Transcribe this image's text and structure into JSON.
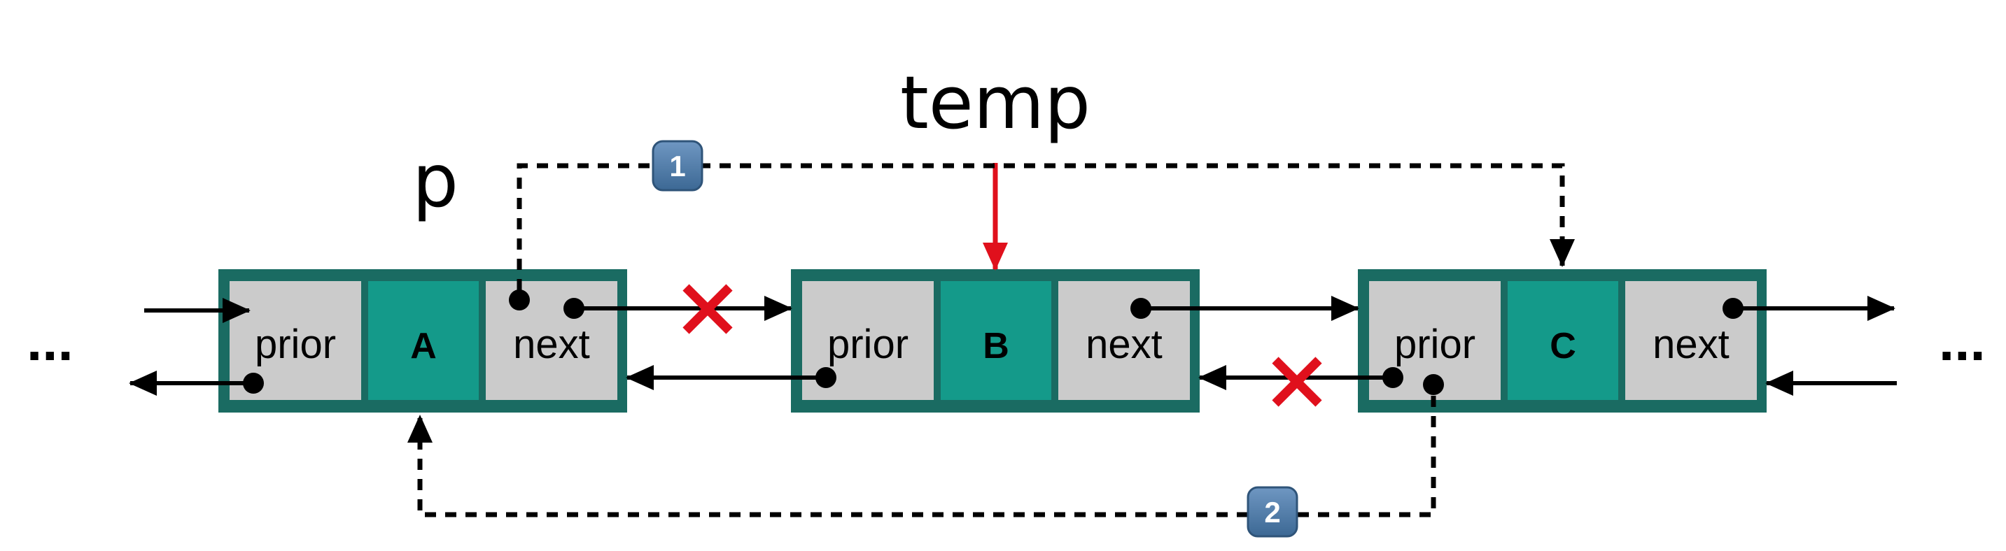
{
  "pointers": {
    "p": "p",
    "temp": "temp"
  },
  "ellipsis": {
    "left": "...",
    "right": "..."
  },
  "nodes": [
    {
      "prior": "prior",
      "value": "A",
      "next": "next"
    },
    {
      "prior": "prior",
      "value": "B",
      "next": "next"
    },
    {
      "prior": "prior",
      "value": "C",
      "next": "next"
    }
  ],
  "steps": {
    "step1": "1",
    "step2": "2"
  },
  "colors": {
    "node_border": "#1a6b62",
    "value_cell": "#149a8a",
    "field_cell": "#cbcbcb",
    "removed_link": "#e0101c",
    "badge": "#4e7aa8"
  }
}
